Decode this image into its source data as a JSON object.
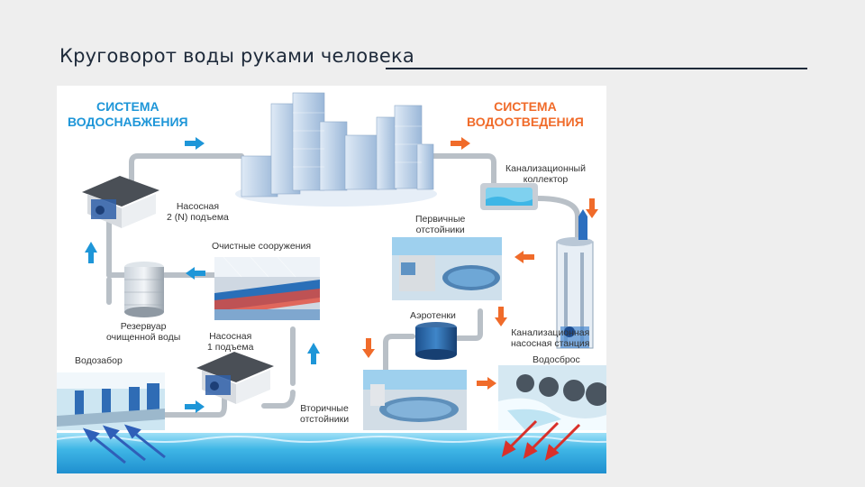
{
  "slide": {
    "title": "Круговорот воды руками человека"
  },
  "diagram": {
    "supply_system": "СИСТЕМА\nВОДОСНАБЖЕНИЯ",
    "drainage_system": "СИСТЕМА\nВОДООТВЕДЕНИЯ",
    "labels": {
      "pump_station_2": "Насосная\n2 (N) подъема",
      "treatment_facilities": "Очистные сооружения",
      "clean_water_reservoir": "Резервуар\nочищенной воды",
      "pump_station_1": "Насосная\n1 подъема",
      "water_intake": "Водозабор",
      "sewer_collector": "Канализационный\nколлектор",
      "primary_settlers": "Первичные\nотстойники",
      "aerotanks": "Аэротенки",
      "sewage_pump_station": "Канализационная\nнасосная станция",
      "water_discharge": "Водосброс",
      "secondary_settlers": "Вторичные\nотстойники"
    }
  },
  "colors": {
    "supply_accent": "#1e96d8",
    "drainage_accent": "#f06b2a",
    "pipe": "#b9c0c7",
    "water": "#3fb6e6",
    "outflow_arrow": "#d9302a",
    "inflow_arrow": "#2f5fb8"
  },
  "icons": [
    "city-icon",
    "pump-house-icon",
    "tank-icon",
    "treatment-plant-icon",
    "settling-tank-icon",
    "aerotank-icon",
    "collector-icon",
    "pump-tower-icon",
    "water-intake-icon",
    "outfall-icon",
    "flow-arrow-icon"
  ]
}
